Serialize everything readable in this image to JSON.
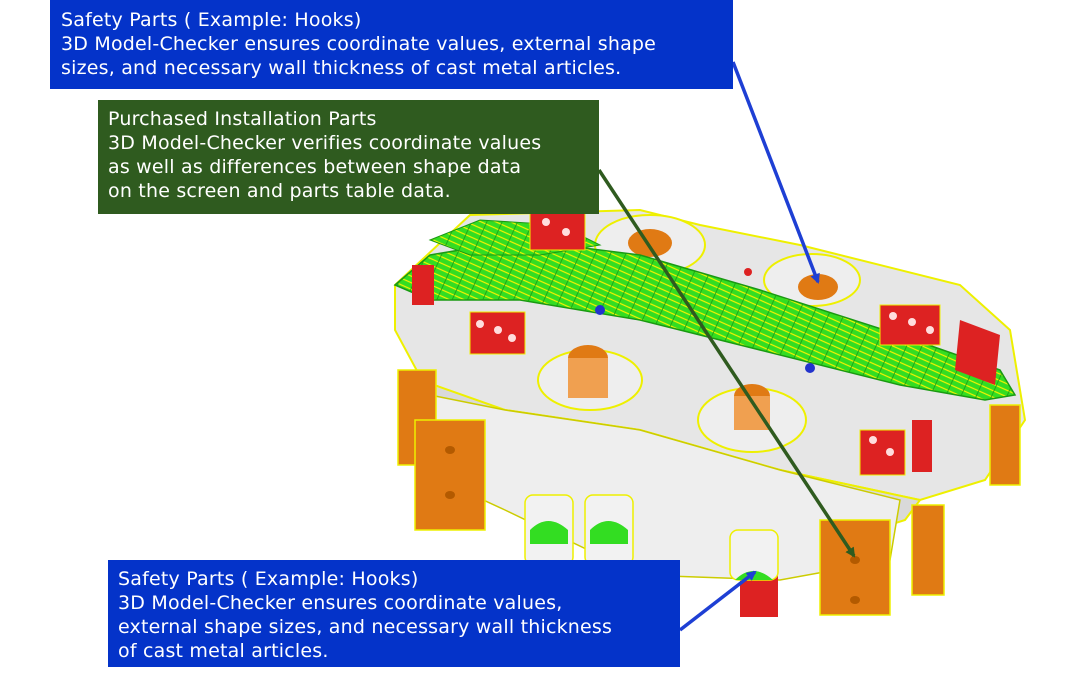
{
  "colors": {
    "callout_blue": "#0433c9",
    "callout_green": "#2f5b1f",
    "arrow_blue": "#1e3fd4",
    "arrow_green": "#2f5b1f",
    "model_gray": "#e8e8e8",
    "model_edge_yellow": "#eef000",
    "safety_part_green": "#33dd22",
    "purchased_part_red": "#dd2222",
    "cast_part_orange": "#e07a14"
  },
  "callouts": {
    "top": {
      "title": "Safety Parts ( Example: Hooks)",
      "lines": [
        "3D Model-Checker ensures coordinate values, external shape",
        "sizes, and necessary wall thickness of cast metal articles."
      ]
    },
    "middle": {
      "title": "Purchased Installation Parts",
      "lines": [
        "3D Model-Checker verifies coordinate values",
        "as well as differences between shape data",
        "on the screen and parts table data."
      ]
    },
    "bottom": {
      "title": "Safety Parts ( Example: Hooks)",
      "lines": [
        "3D Model-Checker ensures coordinate values,",
        "external shape sizes, and necessary wall thickness",
        "of cast metal articles."
      ]
    }
  }
}
